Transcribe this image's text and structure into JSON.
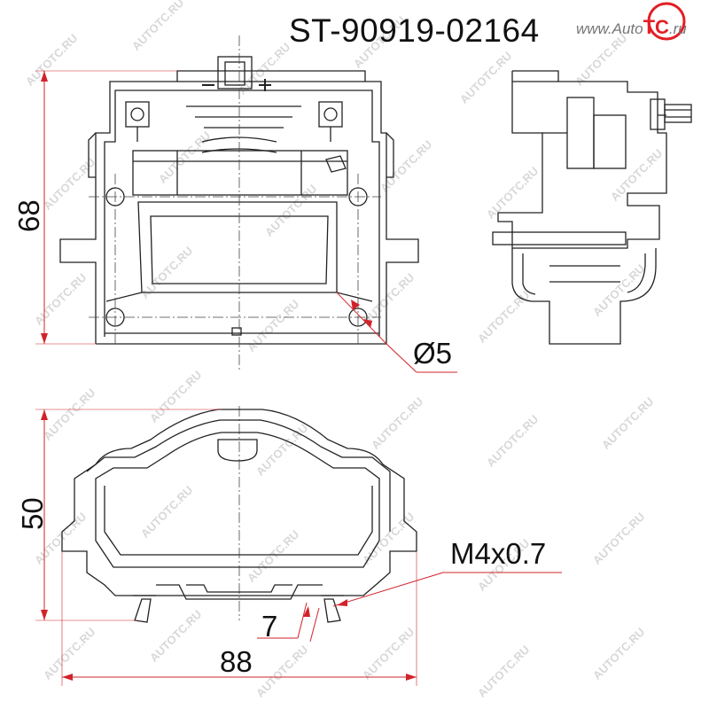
{
  "header": {
    "part_number": "ST-90919-02164",
    "brand_text": "www.Auto",
    "logo_letters": "TC",
    "logo_suffix": ".ru"
  },
  "dimensions": {
    "height_top_view": "68",
    "height_bottom_view": "50",
    "hole_diameter": "Ø5",
    "thread": "M4x0.7",
    "pin_spacing": "7",
    "width": "88"
  },
  "watermark": "AUTOTC.RU",
  "colors": {
    "line": "#222222",
    "dimension_red": "#d2232a",
    "watermark": "#d8d8d8",
    "logo_red": "#e31e24"
  }
}
